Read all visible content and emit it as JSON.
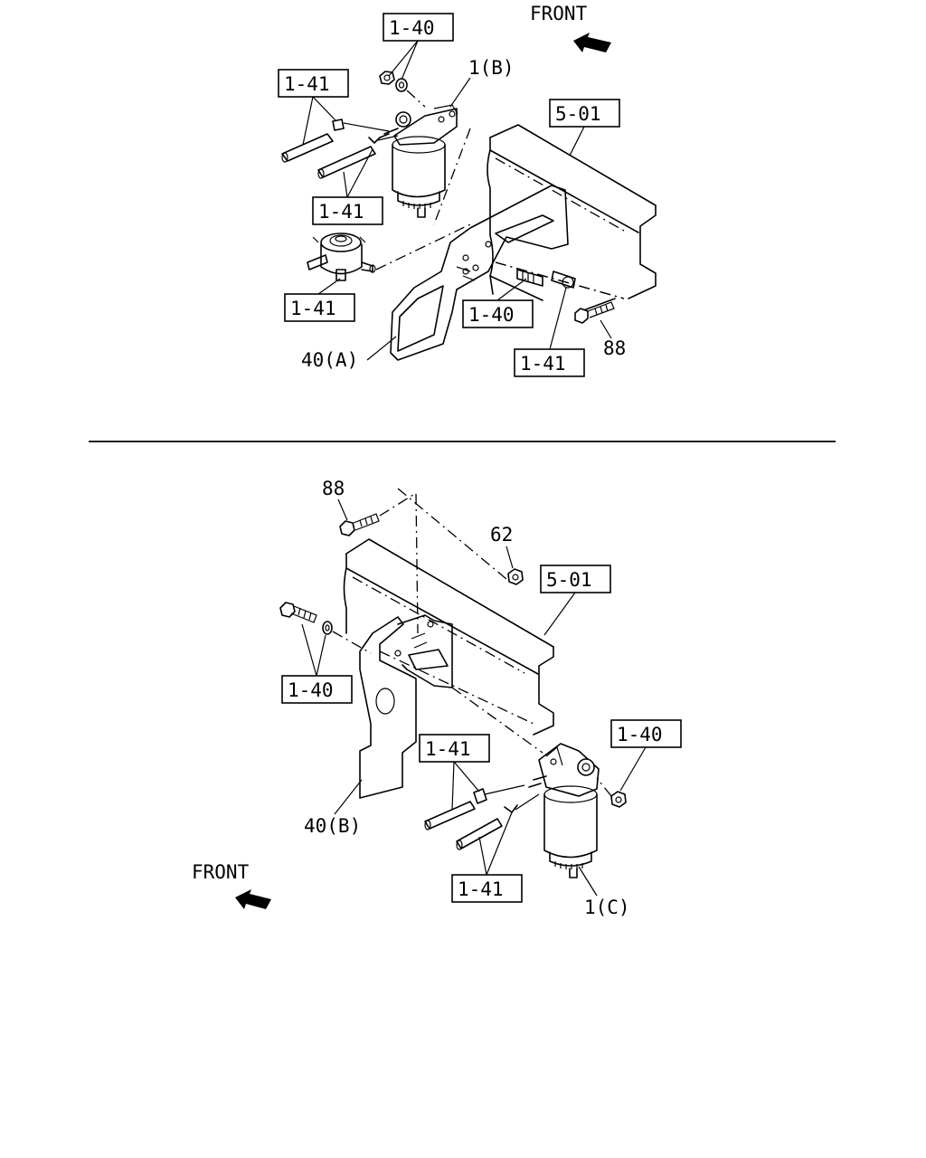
{
  "upper": {
    "front_label": "FRONT",
    "callouts": {
      "c1": "1-40",
      "c2": "1-41",
      "c3": "5-01",
      "c4": "1-41",
      "c5": "1-41",
      "c6": "1-40",
      "c7": "1-41"
    },
    "labels": {
      "filter": "1(B)",
      "bracket": "40(A)",
      "bolt": "88"
    }
  },
  "lower": {
    "front_label": "FRONT",
    "callouts": {
      "c1": "5-01",
      "c2": "1-40",
      "c3": "1-41",
      "c4": "1-40",
      "c5": "1-41"
    },
    "labels": {
      "bolt": "88",
      "nut": "62",
      "bracket": "40(B)",
      "filter": "1(C)"
    }
  }
}
